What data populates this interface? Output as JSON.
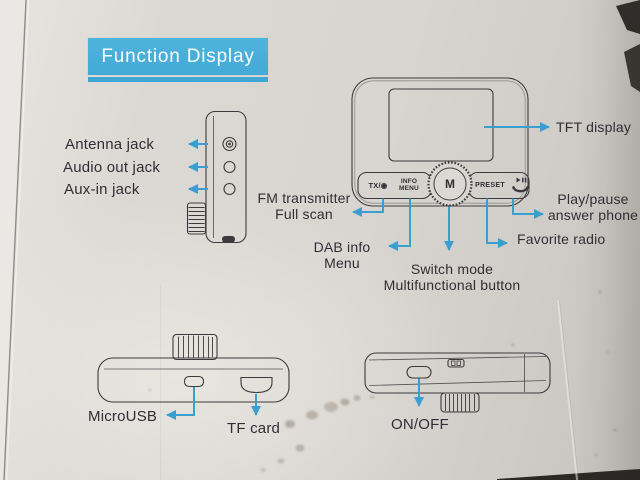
{
  "title": "Function Display",
  "side_view": {
    "labels": {
      "antenna": "Antenna jack",
      "audio": "Audio out jack",
      "aux": "Aux-in jack"
    }
  },
  "front_view": {
    "buttons": {
      "tx": "TX/◉",
      "info1": "INFO",
      "info2": "MENU",
      "mode": "M",
      "preset": "PRESET"
    },
    "labels": {
      "tft": "TFT display",
      "fm1": "FM transmitter",
      "fm2": "Full scan",
      "dab1": "DAB info",
      "dab2": "Menu",
      "switch1": "Switch mode",
      "switch2": "Multifunctional button",
      "favorite": "Favorite radio",
      "play1": "Play/pause",
      "play2": "answer phone"
    }
  },
  "bottom_view": {
    "labels": {
      "microusb": "MicroUSB",
      "tfcard": "TF card"
    }
  },
  "top_view": {
    "labels": {
      "onoff": "ON/OFF"
    }
  },
  "icons": {
    "play_pause": "play-pause-icon",
    "phone": "phone-handset-icon",
    "broadcast": "tx-broadcast-icon"
  },
  "colors": {
    "title_bg": "#47acd9",
    "arrow_blue": "#3a9ecf",
    "ink": "#3b3b3d",
    "paper": "#d9d6d1"
  }
}
